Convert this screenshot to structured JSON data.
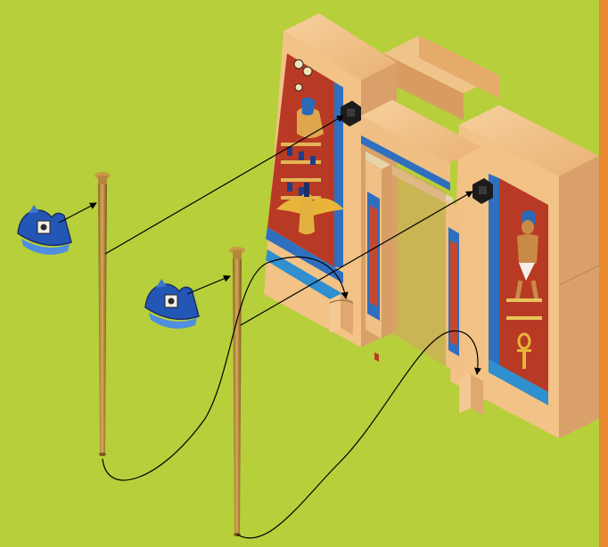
{
  "scene": {
    "background_color": "#b7cf3a",
    "edge_stripe_color": "#e7892c",
    "stone_color": "#f2c286",
    "stone_shadow_color": "#d9a06a",
    "panel_red_color": "#b83a24",
    "panel_blue_color": "#2f6fc0",
    "pole_color": "#b88a3c",
    "connector_color": "#1b1b1b",
    "line_color": "#000000"
  },
  "parts": {
    "pylon_left": "pylon-left",
    "pylon_right": "pylon-right",
    "gateway": "gateway-lintel",
    "poles": [
      "flag-pole-left",
      "flag-pole-right"
    ],
    "banners": [
      "banner-left",
      "banner-right"
    ],
    "sockets": [
      "socket-left",
      "socket-right"
    ]
  },
  "icons": [
    "arrow-icon",
    "hieroglyph-panel",
    "ankh-icon",
    "pharaoh-figure-icon"
  ]
}
